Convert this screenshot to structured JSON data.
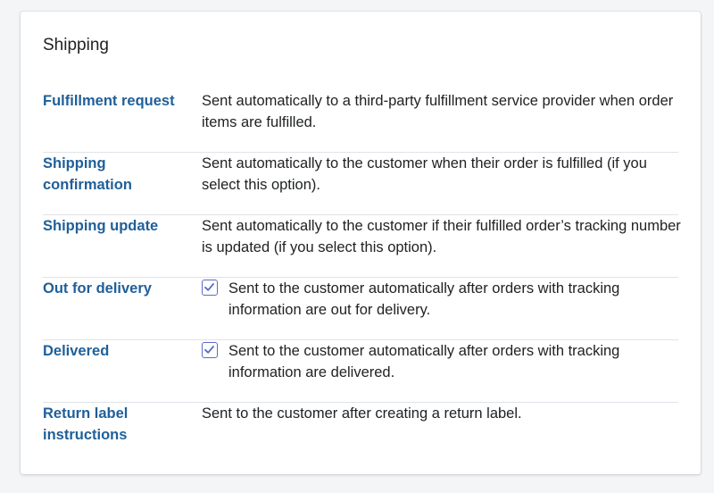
{
  "card": {
    "title": "Shipping"
  },
  "rows": [
    {
      "title": "Fulfillment request",
      "description": "Sent automatically to a third-party fulfillment service provider when order items are fulfilled.",
      "has_checkbox": false
    },
    {
      "title": "Shipping confirmation",
      "description": "Sent automatically to the customer when their order is fulfilled (if you select this option).",
      "has_checkbox": false
    },
    {
      "title": "Shipping update",
      "description": "Sent automatically to the customer if their fulfilled order’s tracking number is updated (if you select this option).",
      "has_checkbox": false
    },
    {
      "title": "Out for delivery",
      "description": "Sent to the customer automatically after orders with tracking information are out for delivery.",
      "has_checkbox": true,
      "checked": true
    },
    {
      "title": "Delivered",
      "description": "Sent to the customer automatically after orders with tracking information are delivered.",
      "has_checkbox": true,
      "checked": true
    },
    {
      "title": "Return label instructions",
      "description": "Sent to the customer after creating a return label.",
      "has_checkbox": false
    }
  ],
  "colors": {
    "link": "#1f5f99",
    "checkbox_accent": "#5c6ac4",
    "divider": "#dfe3e8"
  },
  "icons": {
    "checkbox_check": "checkmark-icon"
  }
}
